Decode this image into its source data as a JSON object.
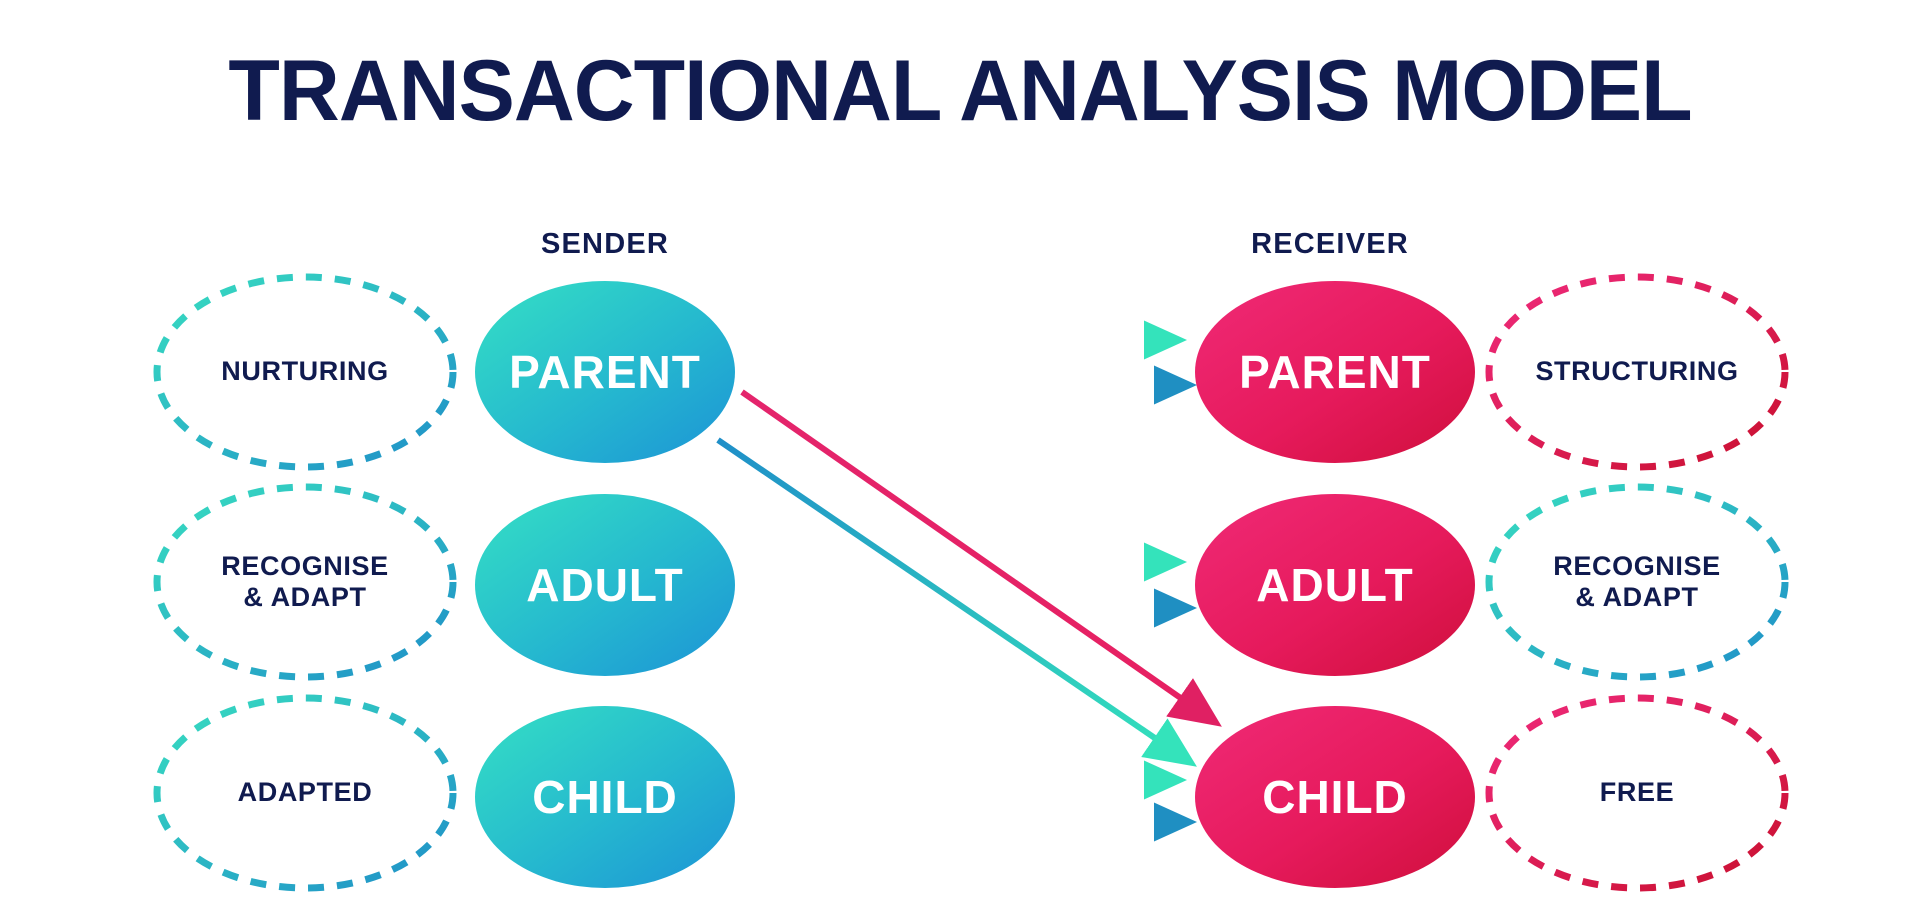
{
  "title": "TRANSACTIONAL ANALYSIS MODEL",
  "columns": {
    "sender_label": "SENDER",
    "receiver_label": "RECEIVER"
  },
  "colors": {
    "title_navy": "#101b4f",
    "sender_gradient_start": "#2fd9c0",
    "sender_gradient_end": "#1f9ed2",
    "receiver_gradient_start": "#ef2770",
    "receiver_gradient_end": "#d91140",
    "dashed_teal": "#2bbfc4",
    "dashed_pink": "#e0215f",
    "arrow_blue": "#1f7fb8",
    "arrow_teal": "#2fe0bd",
    "arrow_crimson": "#e4246c"
  },
  "left_traits": [
    {
      "lines": [
        "NURTURING"
      ],
      "border": "teal"
    },
    {
      "lines": [
        "RECOGNISE",
        "& ADAPT"
      ],
      "border": "teal"
    },
    {
      "lines": [
        "ADAPTED"
      ],
      "border": "teal"
    }
  ],
  "sender_nodes": [
    {
      "label": "PARENT"
    },
    {
      "label": "ADULT"
    },
    {
      "label": "CHILD"
    }
  ],
  "receiver_nodes": [
    {
      "label": "PARENT"
    },
    {
      "label": "ADULT"
    },
    {
      "label": "CHILD"
    }
  ],
  "right_traits": [
    {
      "lines": [
        "STRUCTURING"
      ],
      "border": "pink"
    },
    {
      "lines": [
        "RECOGNISE",
        "& ADAPT"
      ],
      "border": "teal"
    },
    {
      "lines": [
        "FREE"
      ],
      "border": "pink"
    }
  ],
  "transactions": {
    "complementary": [
      {
        "from": "sender.PARENT",
        "to": "receiver.PARENT",
        "direction": "right"
      },
      {
        "from": "receiver.PARENT",
        "to": "sender.PARENT",
        "direction": "left"
      },
      {
        "from": "sender.ADULT",
        "to": "receiver.ADULT",
        "direction": "right"
      },
      {
        "from": "receiver.ADULT",
        "to": "sender.ADULT",
        "direction": "left"
      },
      {
        "from": "sender.CHILD",
        "to": "receiver.CHILD",
        "direction": "right"
      },
      {
        "from": "receiver.CHILD",
        "to": "sender.CHILD",
        "direction": "left"
      }
    ],
    "crossed": [
      {
        "from": "sender.PARENT",
        "to": "receiver.CHILD",
        "color": "crimson"
      },
      {
        "from": "sender.PARENT",
        "to": "receiver.CHILD",
        "color": "teal"
      }
    ]
  }
}
